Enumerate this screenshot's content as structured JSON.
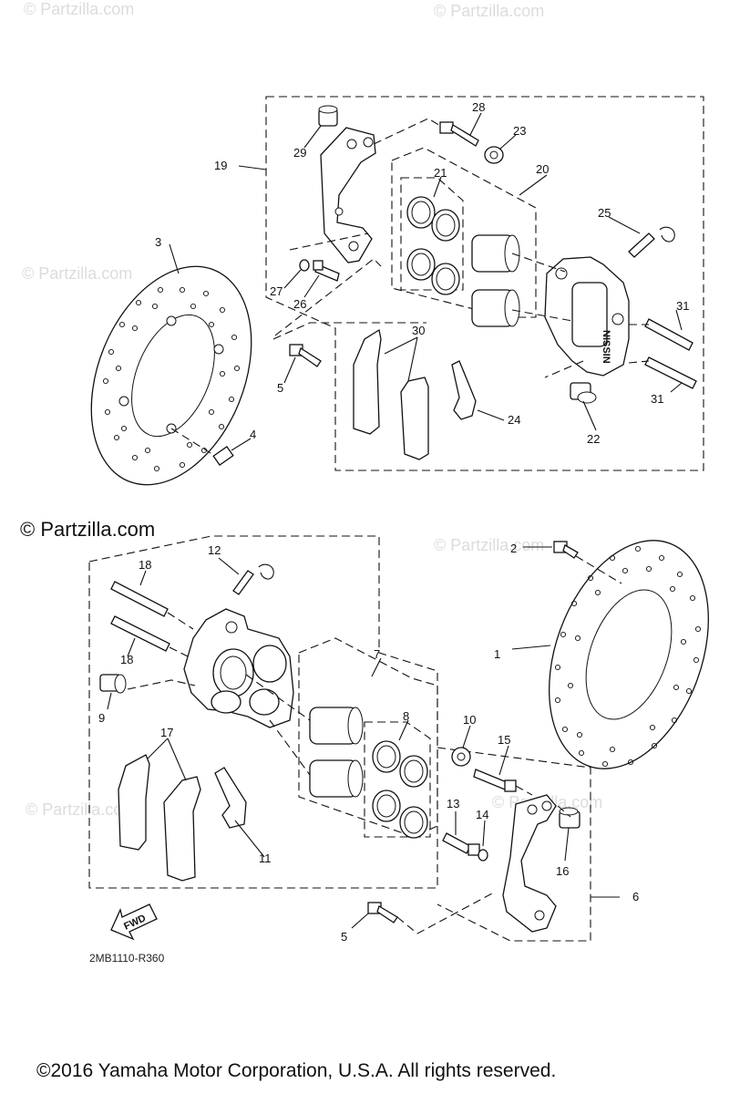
{
  "watermarks": {
    "w1": "© Partzilla.com",
    "w2": "© Partzilla.com",
    "w3": "© Partzilla.com",
    "w4": "© Partzilla.com",
    "w5": "© Partzilla.com",
    "w6": "© Partzilla.com",
    "main": "© Partzilla.com"
  },
  "callouts": {
    "c1": "1",
    "c2": "2",
    "c3": "3",
    "c4": "4",
    "c5a": "5",
    "c5b": "5",
    "c6": "6",
    "c7": "7",
    "c8": "8",
    "c9": "9",
    "c10": "10",
    "c11": "11",
    "c12": "12",
    "c13": "13",
    "c14": "14",
    "c15": "15",
    "c16": "16",
    "c17": "17",
    "c18a": "18",
    "c18b": "18",
    "c19": "19",
    "c20": "20",
    "c21": "21",
    "c22": "22",
    "c23": "23",
    "c24": "24",
    "c25": "25",
    "c26": "26",
    "c27": "27",
    "c28": "28",
    "c29": "29",
    "c30": "30",
    "c31a": "31",
    "c31b": "31"
  },
  "fwd_label": "FWD",
  "diagram_code": "2MB1110-R360",
  "copyright": "©2016  Yamaha Motor Corporation, U.S.A. All rights reserved."
}
